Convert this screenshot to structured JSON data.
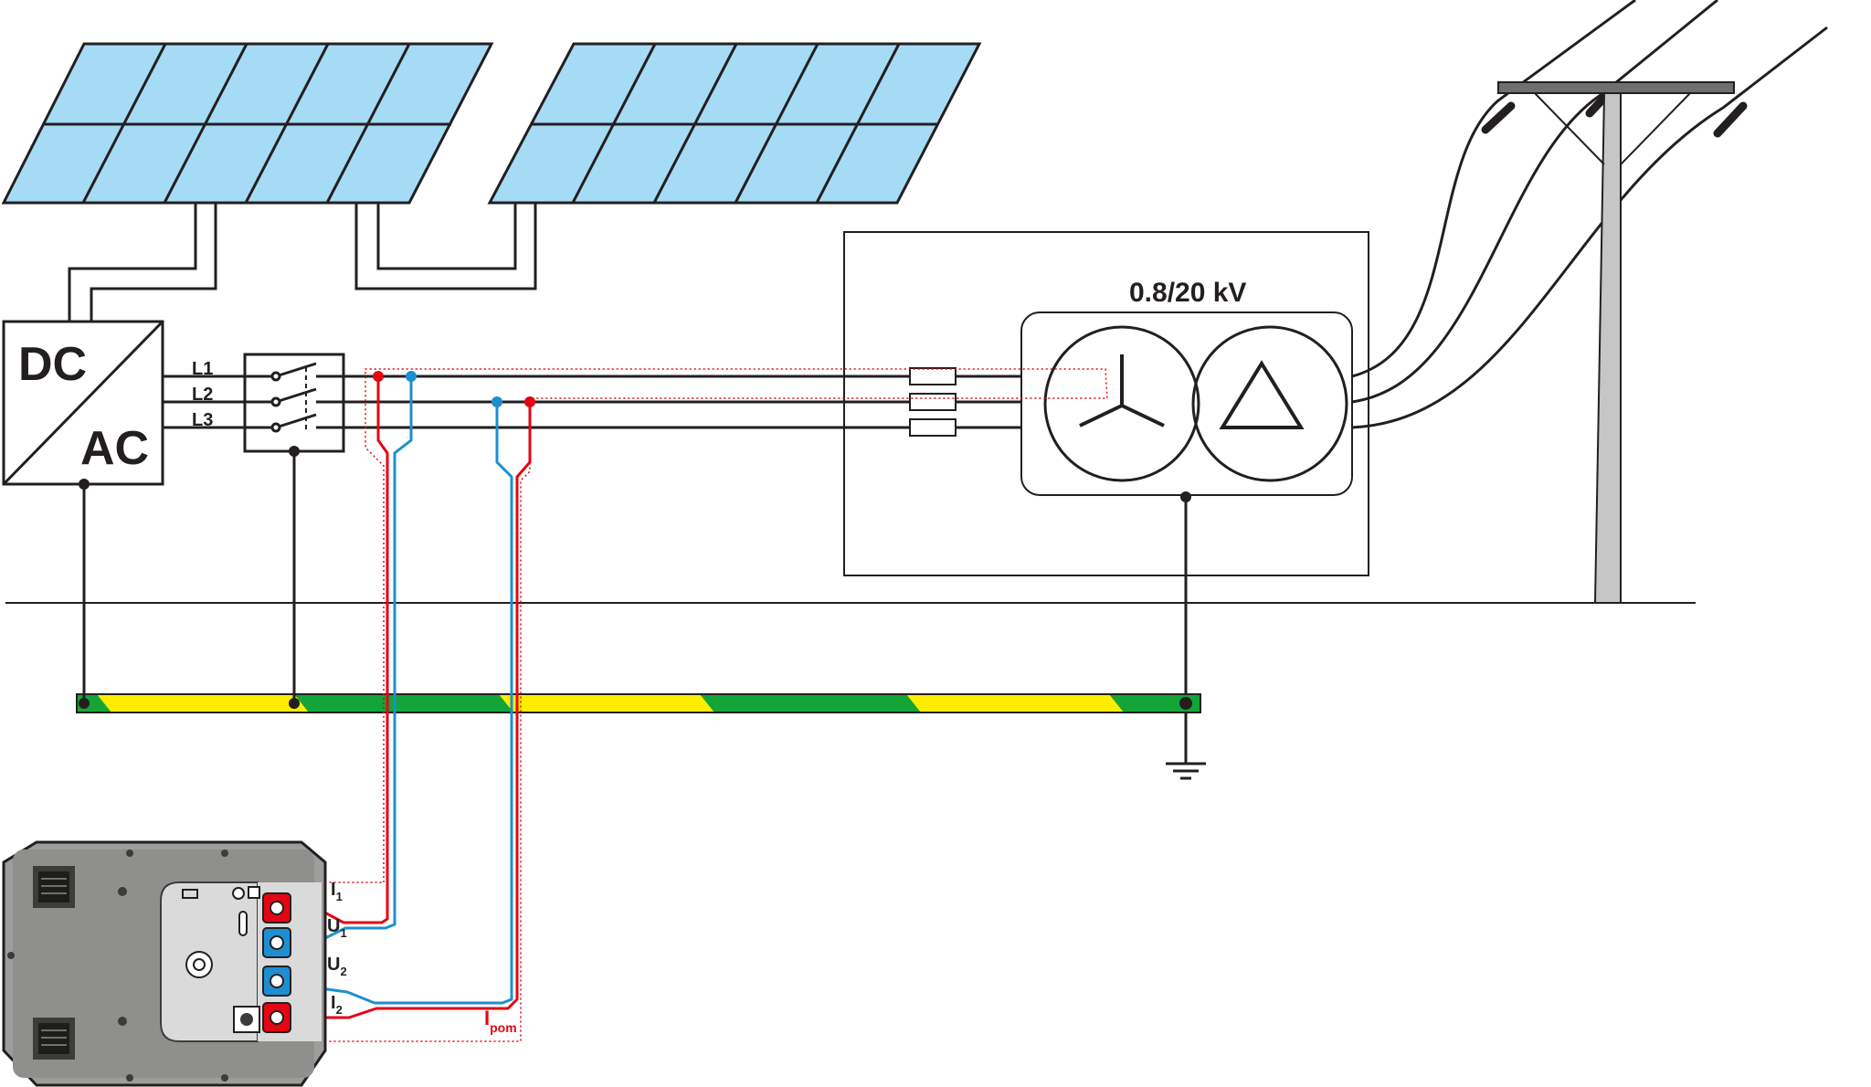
{
  "diagram": {
    "inverter": {
      "dc_label": "DC",
      "ac_label": "AC"
    },
    "phases": [
      {
        "label": "L1"
      },
      {
        "label": "L2"
      },
      {
        "label": "L3"
      }
    ],
    "transformer": {
      "rating": "0.8/20 kV"
    },
    "meter_terminals": [
      {
        "main": "I",
        "sub": "1",
        "color": "#e30613"
      },
      {
        "main": "U",
        "sub": "1",
        "color": "#1d8fd1"
      },
      {
        "main": "U",
        "sub": "2",
        "color": "#1d8fd1"
      },
      {
        "main": "I",
        "sub": "2",
        "color": "#e30613"
      }
    ],
    "measurement_loop": {
      "main": "I",
      "sub": "pom"
    },
    "colors": {
      "panel": "#a6dbf6",
      "current_lead": "#e30613",
      "voltage_lead": "#1d8fd1",
      "pe_green": "#13a538",
      "pe_yellow": "#ffed00",
      "meter_body": "#9d9d9c",
      "meter_panel": "#dadada"
    }
  }
}
